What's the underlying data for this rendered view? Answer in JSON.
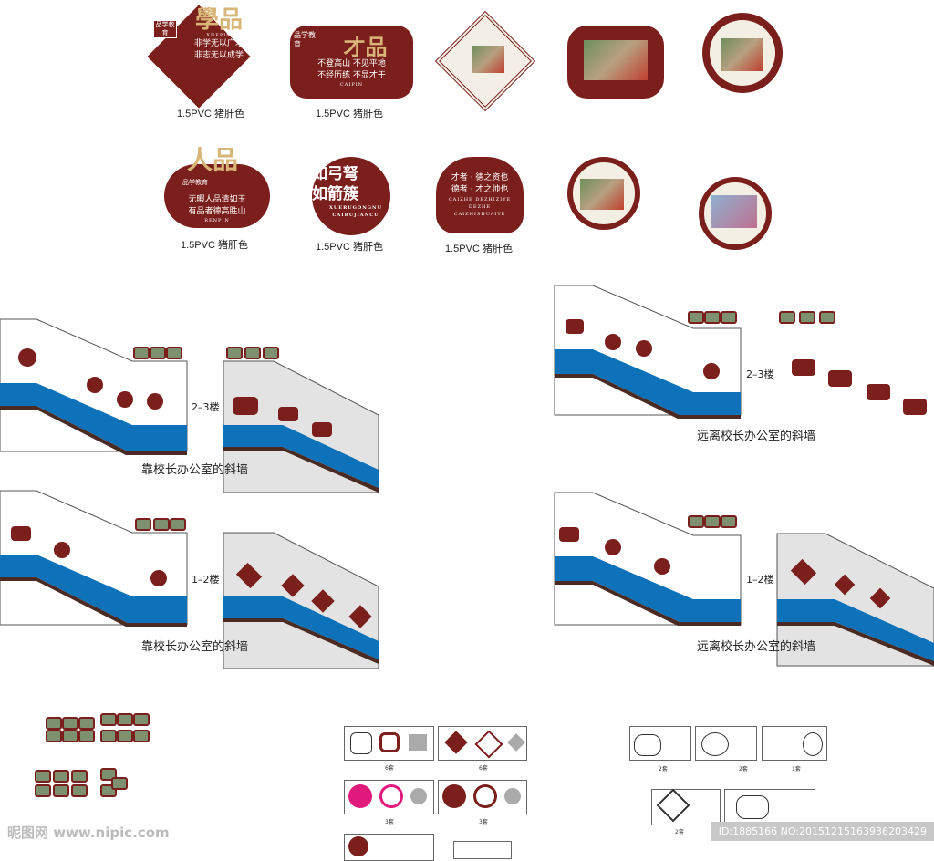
{
  "signs_row1": [
    {
      "big": "學品",
      "tag": "品学教育",
      "roman": "XUEPIN",
      "lines": [
        "非学无以广才",
        "非志无以成学"
      ],
      "label": "1.5PVC 猪肝色"
    },
    {
      "big": "才品",
      "tag": "品学教育",
      "roman": "CAIPIN",
      "lines": [
        "不登高山 不见平地",
        "不经历练 不显才干"
      ],
      "label": "1.5PVC 猪肝色"
    }
  ],
  "signs_row2": [
    {
      "big": "人品",
      "tag": "品学教育",
      "roman": "RENPIN",
      "lines": [
        "无暇人品清如玉",
        "有品者德高胜山"
      ],
      "label": "1.5PVC 猪肝色"
    },
    {
      "lines": [
        "学如弓弩",
        "才如箭簇"
      ],
      "roman": "XUERUGONGNU CAIRUJIANCU",
      "label": "1.5PVC 猪肝色"
    },
    {
      "lines": [
        "才者 · 德之资也",
        "德者 · 才之帅也"
      ],
      "roman": "CAIZHE DEZHIZIYE DEZHE CAIZHISHUAIYE",
      "label": "1.5PVC 猪肝色"
    }
  ],
  "walls": {
    "floor_23": "2–3楼",
    "floor_12": "1–2楼",
    "near_caption": "靠校长办公室的斜墙",
    "far_caption": "远离校长办公室的斜墙"
  },
  "templates": {
    "quantities": [
      "6套",
      "6套",
      "3套",
      "3套",
      "2套",
      "2套",
      "1套",
      "2套"
    ]
  },
  "watermark": {
    "site": "昵图网 www.nipic.com",
    "id": "ID:1885166 NO:20151215163936203429"
  },
  "colors": {
    "maroon": "#7a1f1c",
    "blue": "#0d72b9",
    "gold": "#d9b577",
    "gray": "#e3e3e3",
    "magenta": "#e0197d"
  }
}
